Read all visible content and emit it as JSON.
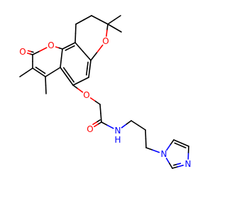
{
  "colors": {
    "bond": "#000000",
    "oxygen": "#ff0000",
    "nitrogen": "#0000ff",
    "background": "#ffffff"
  },
  "atom_labels": {
    "lactone_carbonyl_o": "O",
    "lactone_ring_o": "O",
    "pyran_ring_o": "O",
    "ether_o": "O",
    "amide_o": "O",
    "amide_nh": "H",
    "amide_n": "N",
    "imidazole_n1": "N",
    "imidazole_n3": "N"
  }
}
